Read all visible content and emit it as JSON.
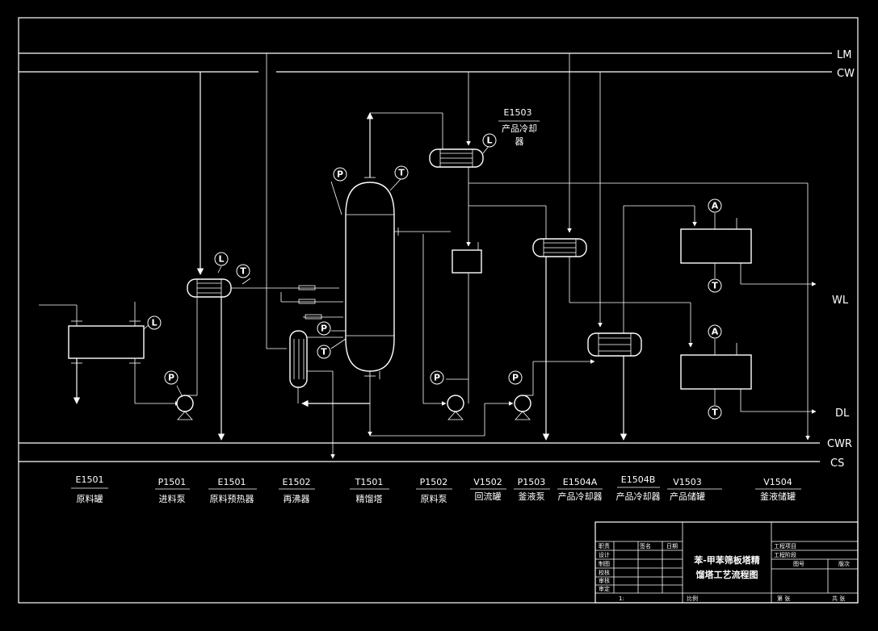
{
  "drawing": {
    "utility_lines": {
      "lm": "LM",
      "cw": "CW",
      "cwr": "CWR",
      "cs": "CS",
      "wl": "WL",
      "dl": "DL"
    },
    "callouts": {
      "e1503_tag": "E1503",
      "e1503_name_1": "产品冷却",
      "e1503_name_2": "器"
    },
    "instruments": {
      "p": "P",
      "t": "T",
      "l": "L",
      "a": "A"
    },
    "equipment_list": [
      {
        "tag": "E1501",
        "name": "原料罐"
      },
      {
        "tag": "P1501",
        "name": "进料泵"
      },
      {
        "tag": "E1501",
        "name": "原料预热器"
      },
      {
        "tag": "E1502",
        "name": "再沸器"
      },
      {
        "tag": "T1501",
        "name": "精馏塔"
      },
      {
        "tag": "P1502",
        "name": "原料泵"
      },
      {
        "tag": "V1502",
        "name": "回流罐"
      },
      {
        "tag": "P1503",
        "name": "釜液泵"
      },
      {
        "tag": "E1504A",
        "name": "产品冷却器"
      },
      {
        "tag": "E1504B",
        "name": "产品冷却器"
      },
      {
        "tag": "V1503",
        "name": "产品储罐"
      },
      {
        "tag": "V1504",
        "name": "釜液储罐"
      }
    ],
    "title_block": {
      "title_line_1": "苯-甲苯筛板塔精",
      "title_line_2": "馏塔工艺流程图",
      "r_design": "设计",
      "r_draw": "制图",
      "r_check": "校核",
      "r_review": "审核",
      "r_approve": "审定",
      "h_name": "签名",
      "h_date": "日期",
      "h_role": "职责",
      "project": "工程项目",
      "stage": "工程阶段",
      "drawing_no": "图号",
      "version": "版次",
      "scale": "比例",
      "ratio": "1:",
      "sheet": "第 张",
      "total": "共 张"
    }
  }
}
